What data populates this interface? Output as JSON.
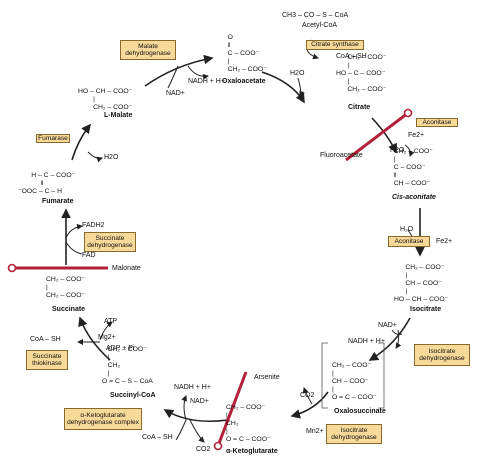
{
  "compounds": {
    "acetyl_coa": {
      "formula": "CH3 – CO – S – CoA",
      "name": "Acetyl-CoA"
    },
    "citrate": {
      "name": "Citrate"
    },
    "cis_aconitate": {
      "name": "Cis-aconitate"
    },
    "isocitrate": {
      "name": "Isocitrate"
    },
    "oxalosuccinate": {
      "name": "Oxalosuccinate"
    },
    "alpha_ketoglutarate": {
      "name": "α-Ketoglutarate"
    },
    "succinyl_coa": {
      "name": "Succinyl-CoA"
    },
    "succinate": {
      "name": "Succinate"
    },
    "fumarate": {
      "name": "Fumarate"
    },
    "l_malate": {
      "name": "L-Malate"
    },
    "oxaloacetate": {
      "name": "Oxaloacetate"
    }
  },
  "enzymes": {
    "citrate_synthase": "Citrate synthase",
    "aconitase_1": "Aconitase",
    "aconitase_2": "Aconitase",
    "isocitrate_dh_1": "Isocitrate dehydrogenase",
    "isocitrate_dh_2": "Isocitrate dehydrogenase",
    "akg_dh": "α-Ketoglutarate dehydrogenase complex",
    "succinate_thiokinase": "Succinate thiokinase",
    "succinate_dh": "Succinate dehydrogenase",
    "fumarase": "Fumarase",
    "malate_dh": "Malate dehydrogenase"
  },
  "cofactors": {
    "coa_sh_top": "CoA – SH",
    "h2o_citrate": "H2O",
    "fe_1": "Fe2+",
    "h2o_aconitase": "H2O",
    "fe_2": "Fe2+",
    "nad_iso": "NAD+",
    "nadh_iso": "NADH + H+",
    "co2_oxalo": "CO2",
    "mn": "Mn2+",
    "nadh_akg": "NADH + H+",
    "nad_akg": "NAD+",
    "coa_sh_akg": "CoA – SH",
    "co2_akg": "CO2",
    "atp": "ATP",
    "mg": "Mg2+",
    "adp_pi": "ADP + Pi",
    "coa_sh_suc": "CoA – SH",
    "fadh2": "FADH2",
    "fad": "FAD",
    "h2o_fumarase": "H2O",
    "nad_malate": "NAD+",
    "nadh_malate": "NADH + H+"
  },
  "inhibitors": {
    "fluoroacetate": "Fluoroacetate",
    "malonate": "Malonate",
    "arsenite": "Arsenite"
  },
  "colors": {
    "enzyme_box": "#f7d99a",
    "inhibitor_bar": "#b3203a",
    "arrow": "#222222"
  }
}
